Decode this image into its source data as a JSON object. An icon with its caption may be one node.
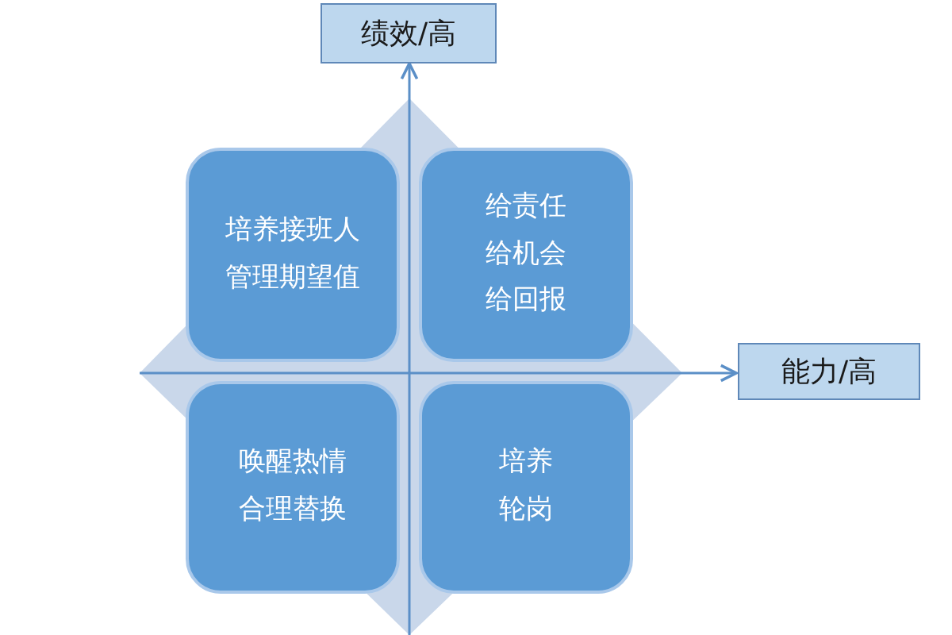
{
  "diagram": {
    "nodes": [
      {
        "text": [
          "绩效/高"
        ]
      },
      {
        "text": [
          "培养接班人",
          "管理期望值"
        ]
      },
      {
        "text": [
          "给责任",
          "给机会",
          "给回报"
        ]
      },
      {
        "text": [
          "能力/高"
        ]
      },
      {
        "text": [
          "唤醒热情",
          "合理替换"
        ]
      },
      {
        "text": [
          "培养",
          "轮岗"
        ]
      }
    ],
    "edges": [
      {
        "from": null,
        "to": 0,
        "arrow": "to"
      },
      {
        "from": null,
        "to": 3,
        "arrow": "to"
      }
    ]
  }
}
